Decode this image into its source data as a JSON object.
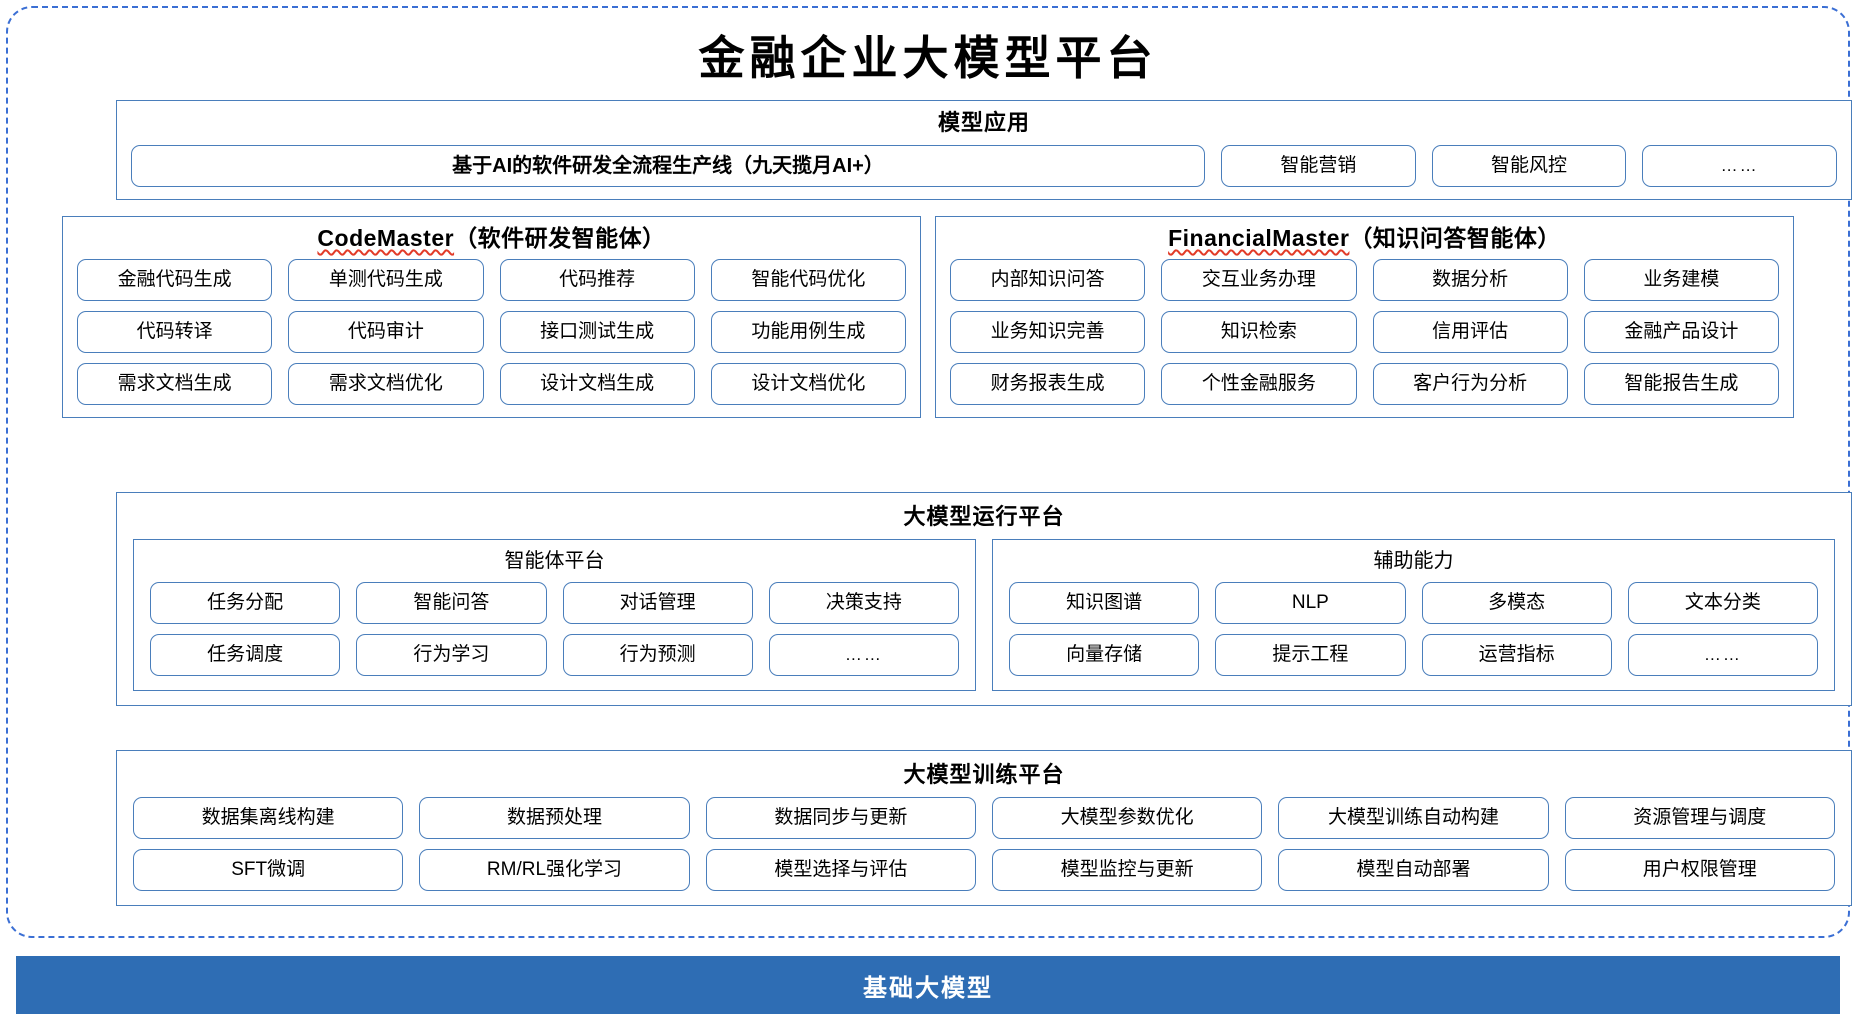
{
  "page": {
    "title": "金融企业大模型平台",
    "accent_blue": "#4a7ebb",
    "base_bar_blue": "#2e6db4",
    "spellcheck_red": "#e23b28"
  },
  "model_application": {
    "title": "模型应用",
    "main_item": "基于AI的软件研发全流程生产线（九天揽月AI+）",
    "items": [
      "智能营销",
      "智能风控",
      "……"
    ]
  },
  "agents": [
    {
      "name_en": "CodeMaster",
      "name_cn": "（软件研发智能体）",
      "rows": [
        [
          "金融代码生成",
          "单测代码生成",
          "代码推荐",
          "智能代码优化"
        ],
        [
          "代码转译",
          "代码审计",
          "接口测试生成",
          "功能用例生成"
        ],
        [
          "需求文档生成",
          "需求文档优化",
          "设计文档生成",
          "设计文档优化"
        ]
      ]
    },
    {
      "name_en": "FinancialMaster",
      "name_cn": "（知识问答智能体）",
      "rows": [
        [
          "内部知识问答",
          "交互业务办理",
          "数据分析",
          "业务建模"
        ],
        [
          "业务知识完善",
          "知识检索",
          "信用评估",
          "金融产品设计"
        ],
        [
          "财务报表生成",
          "个性金融服务",
          "客户行为分析",
          "智能报告生成"
        ]
      ]
    }
  ],
  "runtime_platform": {
    "title": "大模型运行平台",
    "columns": [
      {
        "title": "智能体平台",
        "rows": [
          [
            "任务分配",
            "智能问答",
            "对话管理",
            "决策支持"
          ],
          [
            "任务调度",
            "行为学习",
            "行为预测",
            "……"
          ]
        ]
      },
      {
        "title": "辅助能力",
        "rows": [
          [
            "知识图谱",
            "NLP",
            "多模态",
            "文本分类"
          ],
          [
            "向量存储",
            "提示工程",
            "运营指标",
            "……"
          ]
        ]
      }
    ]
  },
  "training_platform": {
    "title": "大模型训练平台",
    "rows": [
      [
        "数据集离线构建",
        "数据预处理",
        "数据同步与更新",
        "大模型参数优化",
        "大模型训练自动构建",
        "资源管理与调度"
      ],
      [
        "SFT微调",
        "RM/RL强化学习",
        "模型选择与评估",
        "模型监控与更新",
        "模型自动部署",
        "用户权限管理"
      ]
    ]
  },
  "base_layer": {
    "label": "基础大模型"
  }
}
